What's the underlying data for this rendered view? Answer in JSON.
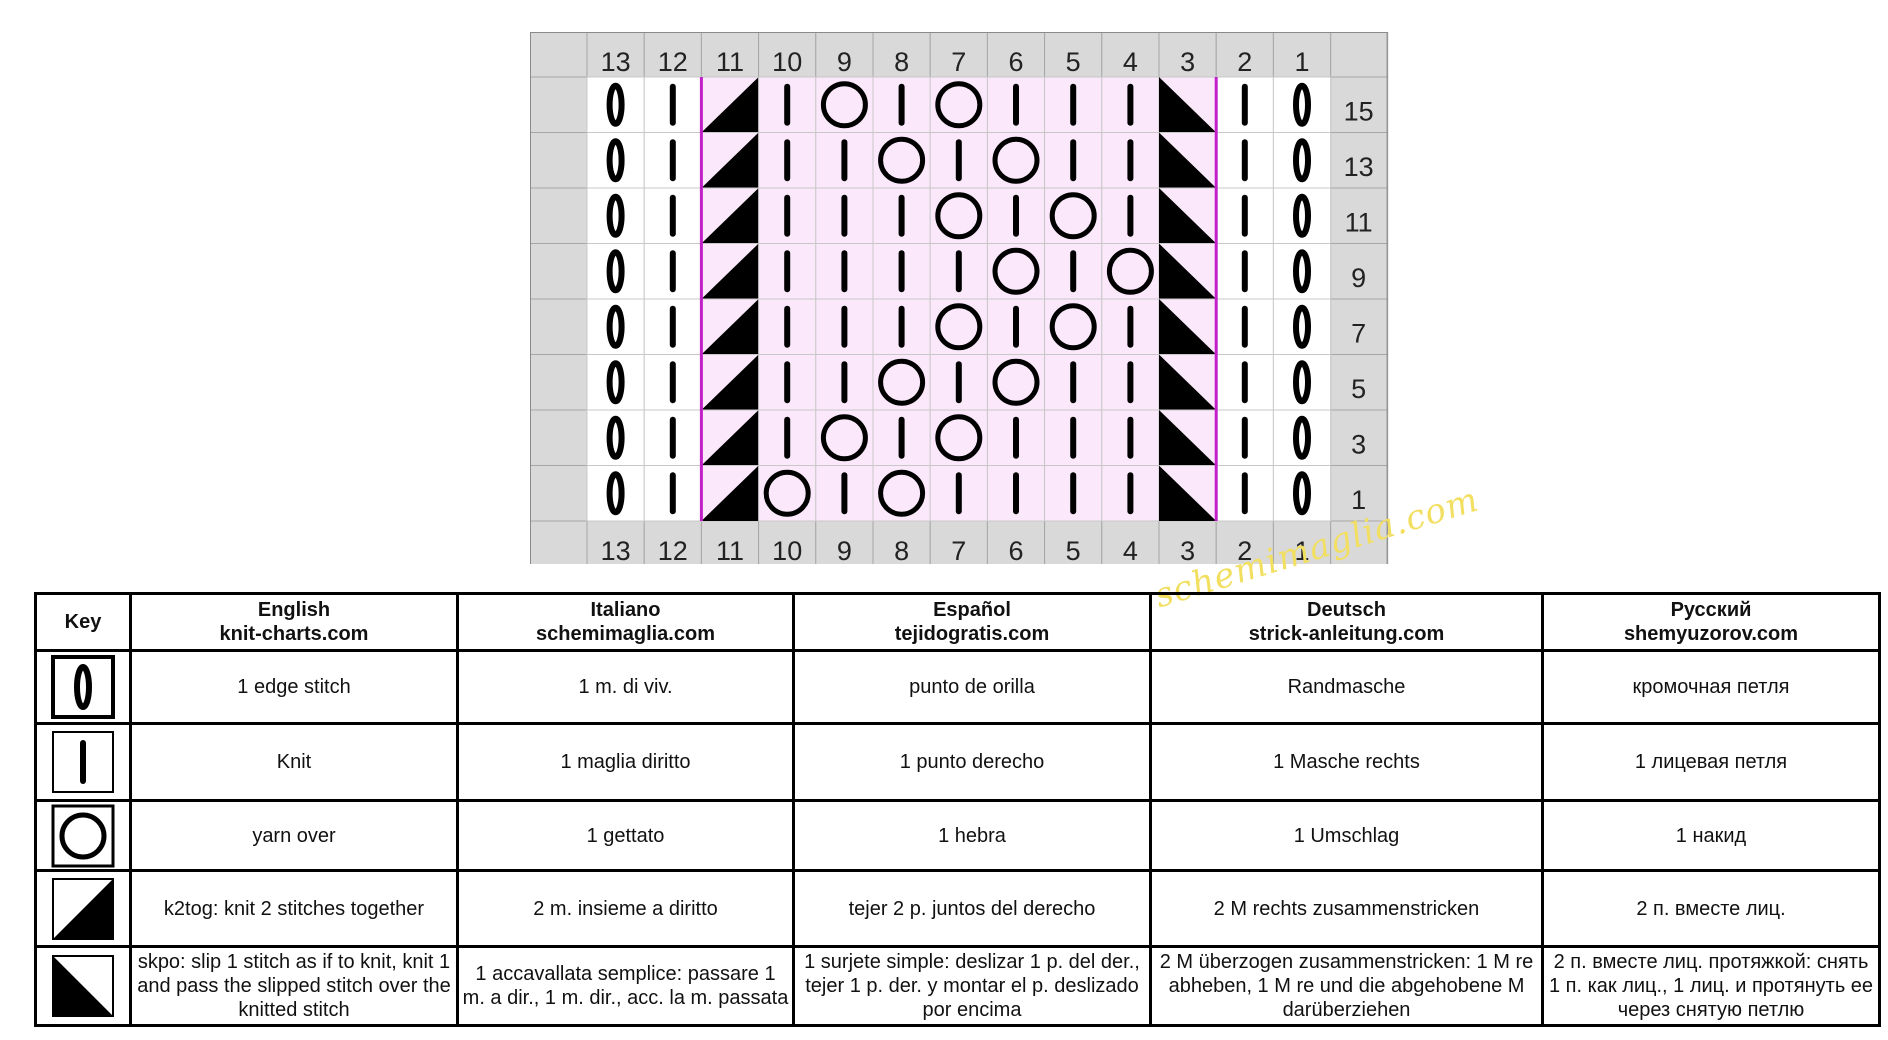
{
  "chart": {
    "column_labels": [
      "13",
      "12",
      "11",
      "10",
      "9",
      "8",
      "7",
      "6",
      "5",
      "4",
      "3",
      "2",
      "1"
    ],
    "row_labels": [
      "15",
      "13",
      "11",
      "9",
      "7",
      "5",
      "3",
      "1"
    ],
    "rows": [
      [
        "edge",
        "knit",
        "k2tog",
        "knit",
        "yo",
        "knit",
        "yo",
        "knit",
        "knit",
        "knit",
        "skpo",
        "knit",
        "edge"
      ],
      [
        "edge",
        "knit",
        "k2tog",
        "knit",
        "knit",
        "yo",
        "knit",
        "yo",
        "knit",
        "knit",
        "skpo",
        "knit",
        "edge"
      ],
      [
        "edge",
        "knit",
        "k2tog",
        "knit",
        "knit",
        "knit",
        "yo",
        "knit",
        "yo",
        "knit",
        "skpo",
        "knit",
        "edge"
      ],
      [
        "edge",
        "knit",
        "k2tog",
        "knit",
        "knit",
        "knit",
        "knit",
        "yo",
        "knit",
        "yo",
        "skpo",
        "knit",
        "edge"
      ],
      [
        "edge",
        "knit",
        "k2tog",
        "knit",
        "knit",
        "knit",
        "yo",
        "knit",
        "yo",
        "knit",
        "skpo",
        "knit",
        "edge"
      ],
      [
        "edge",
        "knit",
        "k2tog",
        "knit",
        "knit",
        "yo",
        "knit",
        "yo",
        "knit",
        "knit",
        "skpo",
        "knit",
        "edge"
      ],
      [
        "edge",
        "knit",
        "k2tog",
        "knit",
        "yo",
        "knit",
        "yo",
        "knit",
        "knit",
        "knit",
        "skpo",
        "knit",
        "edge"
      ],
      [
        "edge",
        "knit",
        "k2tog",
        "yo",
        "knit",
        "yo",
        "knit",
        "knit",
        "knit",
        "knit",
        "skpo",
        "knit",
        "edge"
      ]
    ],
    "repeat_columns": [
      "11",
      "3"
    ],
    "colors": {
      "repeat_bg": "#fbe9fb",
      "repeat_line": "#c21fc8",
      "header_bg": "#d9d9d9",
      "plain_bg": "#ffffff"
    }
  },
  "watermark": "schemimaglia.com",
  "key": {
    "header": {
      "key": "Key",
      "languages": [
        {
          "name": "English",
          "site": "knit-charts.com"
        },
        {
          "name": "Italiano",
          "site": "schemimaglia.com"
        },
        {
          "name": "Español",
          "site": "tejidogratis.com"
        },
        {
          "name": "Deutsch",
          "site": "strick-anleitung.com"
        },
        {
          "name": "Русский",
          "site": "shemyuzorov.com"
        }
      ]
    },
    "rows": [
      {
        "symbol": "edge-stitch-icon",
        "texts": [
          "1 edge stitch",
          "1 m. di viv.",
          "punto de orilla",
          "Randmasche",
          "кромочная петля"
        ]
      },
      {
        "symbol": "knit-stitch-icon",
        "texts": [
          "Knit",
          "1 maglia diritto",
          "1 punto derecho",
          "1 Masche rechts",
          "1 лицевая петля"
        ]
      },
      {
        "symbol": "yarn-over-icon",
        "texts": [
          "yarn over",
          "1 gettato",
          "1 hebra",
          "1 Umschlag",
          "1 накид"
        ]
      },
      {
        "symbol": "k2tog-icon",
        "texts": [
          "k2tog: knit 2 stitches together",
          "2 m. insieme a diritto",
          "tejer 2 p. juntos del derecho",
          "2 M rechts zusammenstricken",
          "2 п. вместе лиц."
        ]
      },
      {
        "symbol": "skpo-icon",
        "texts": [
          "skpo: slip 1 stitch as if to knit, knit 1 and pass the slipped stitch over the knitted stitch",
          "1 accavallata semplice: passare 1 m. a dir., 1 m. dir., acc. la m. passata",
          "1 surjete simple: deslizar 1 p. del der., tejer 1 p. der. y montar el p. deslizado por encima",
          "2 M überzogen zusammenstricken: 1 M re abheben, 1 M re und die abgehobene M darüberziehen",
          "2 п. вместе лиц. протяжкой: снять 1 п. как лиц., 1 лиц. и протянуть ее через снятую петлю"
        ]
      }
    ]
  }
}
